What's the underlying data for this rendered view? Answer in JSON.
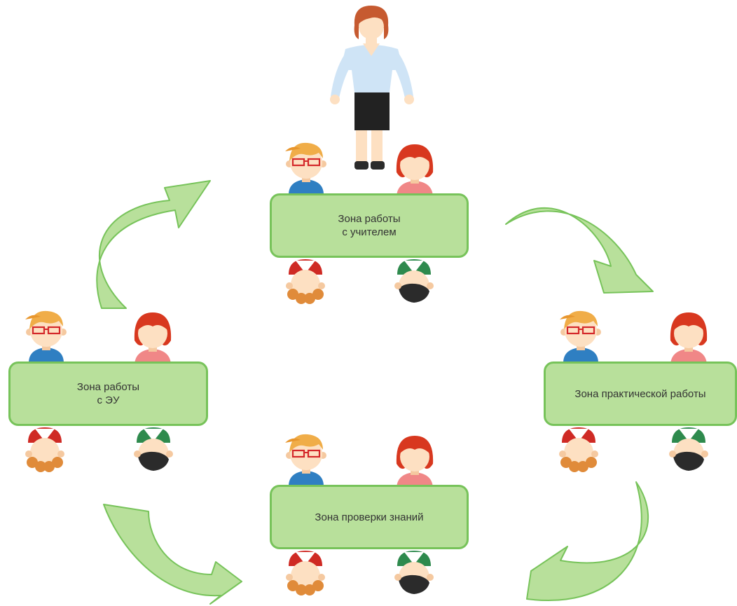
{
  "zones": {
    "teacher": {
      "line1": "Зона работы",
      "line2": "с учителем"
    },
    "eu": {
      "line1": "Зона работы",
      "line2": "с ЭУ"
    },
    "practical": {
      "line1": "Зона практической работы"
    },
    "check": {
      "line1": "Зона проверки знаний"
    }
  },
  "colors": {
    "zone_fill": "#b8e09b",
    "zone_border": "#77c35a",
    "arrow_fill": "#b8e09b",
    "arrow_stroke": "#77c35a"
  }
}
